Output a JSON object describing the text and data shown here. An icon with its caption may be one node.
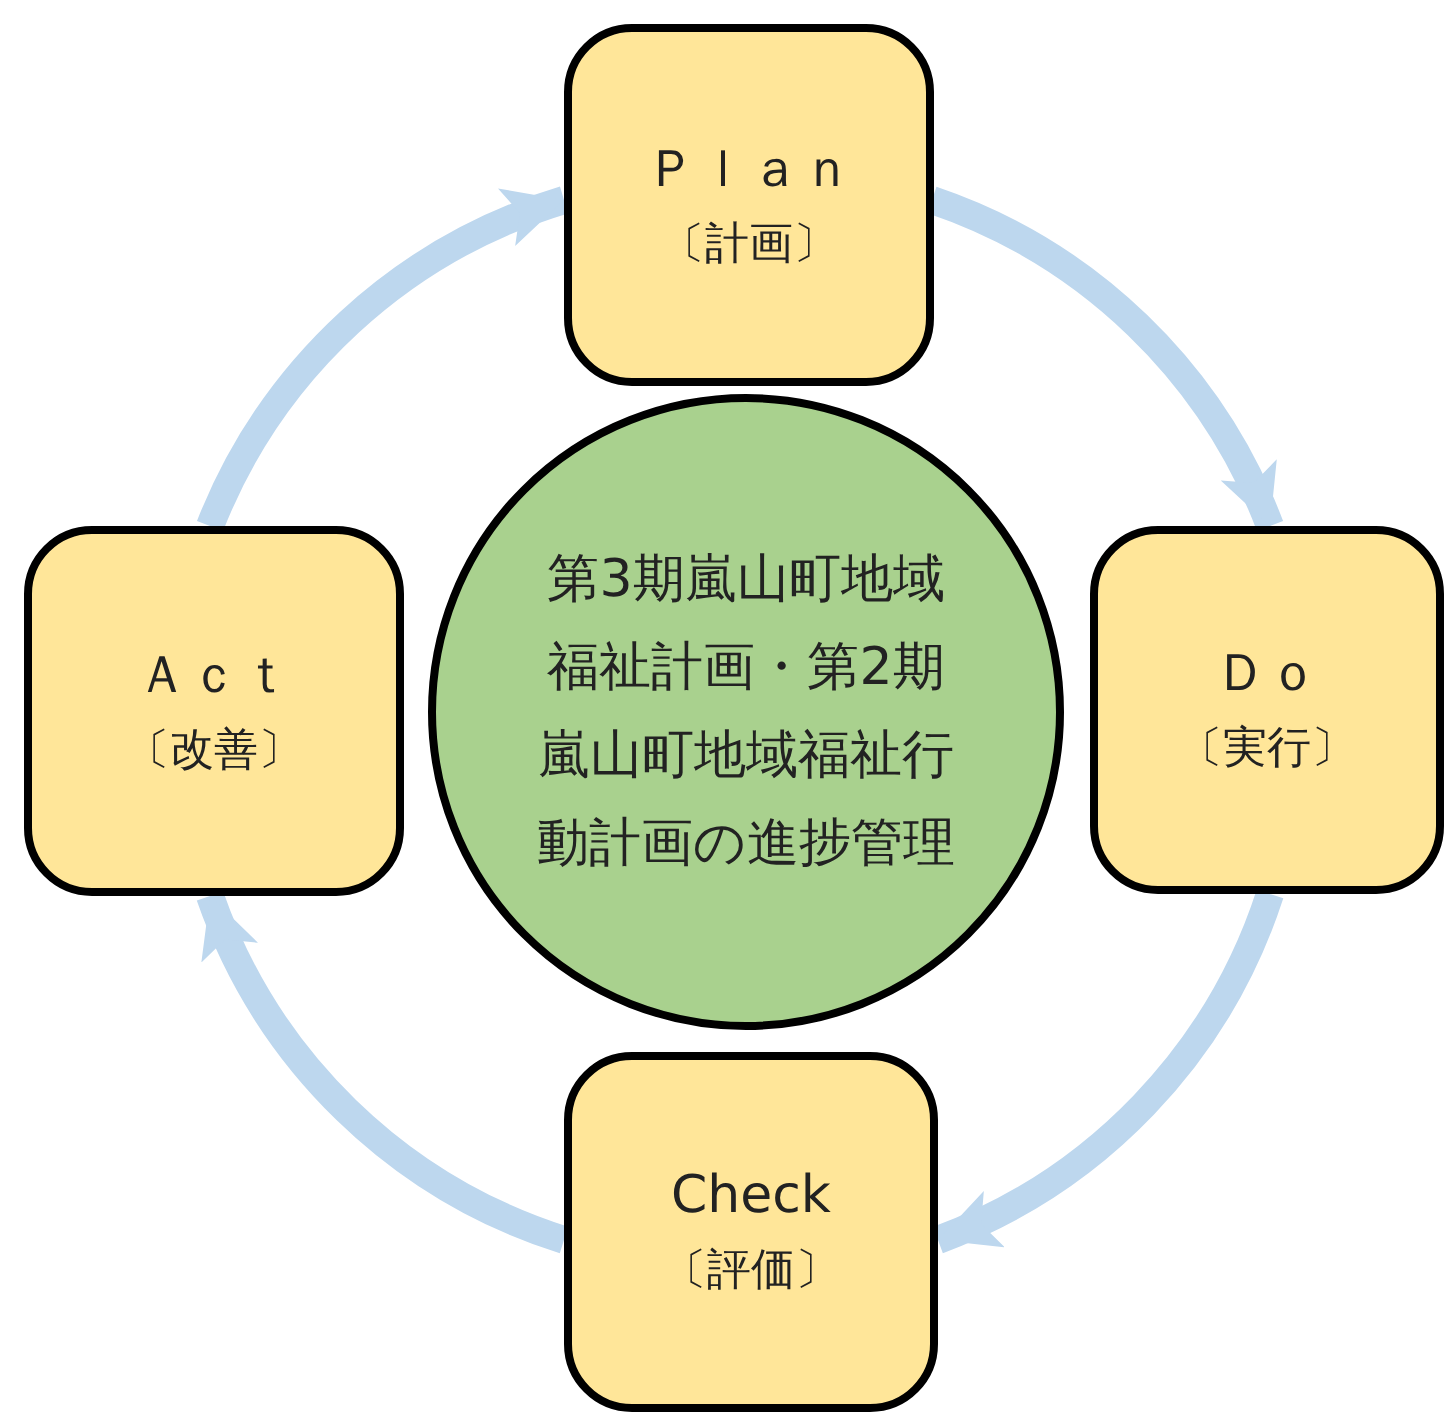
{
  "diagram": {
    "nodes": [
      {
        "text": [
          "Ｐｌａｎ",
          "〔計画〕"
        ]
      },
      {
        "text": [
          "Ｄｏ",
          "〔実行〕"
        ]
      },
      {
        "text": [
          "Check",
          "〔評価〕"
        ]
      },
      {
        "text": [
          "Ａｃｔ",
          "〔改善〕"
        ]
      },
      {
        "text": [
          "第3期嵐山町地域福祉計画・第2期嵐山町地域福祉行動計画の進捗管理"
        ]
      }
    ],
    "edges": [
      {
        "from": 0,
        "to": 1,
        "arrow": "to"
      },
      {
        "from": 1,
        "to": 2,
        "arrow": "to"
      },
      {
        "from": 2,
        "to": 3,
        "arrow": "to"
      },
      {
        "from": 3,
        "to": 0,
        "arrow": "to"
      }
    ]
  }
}
